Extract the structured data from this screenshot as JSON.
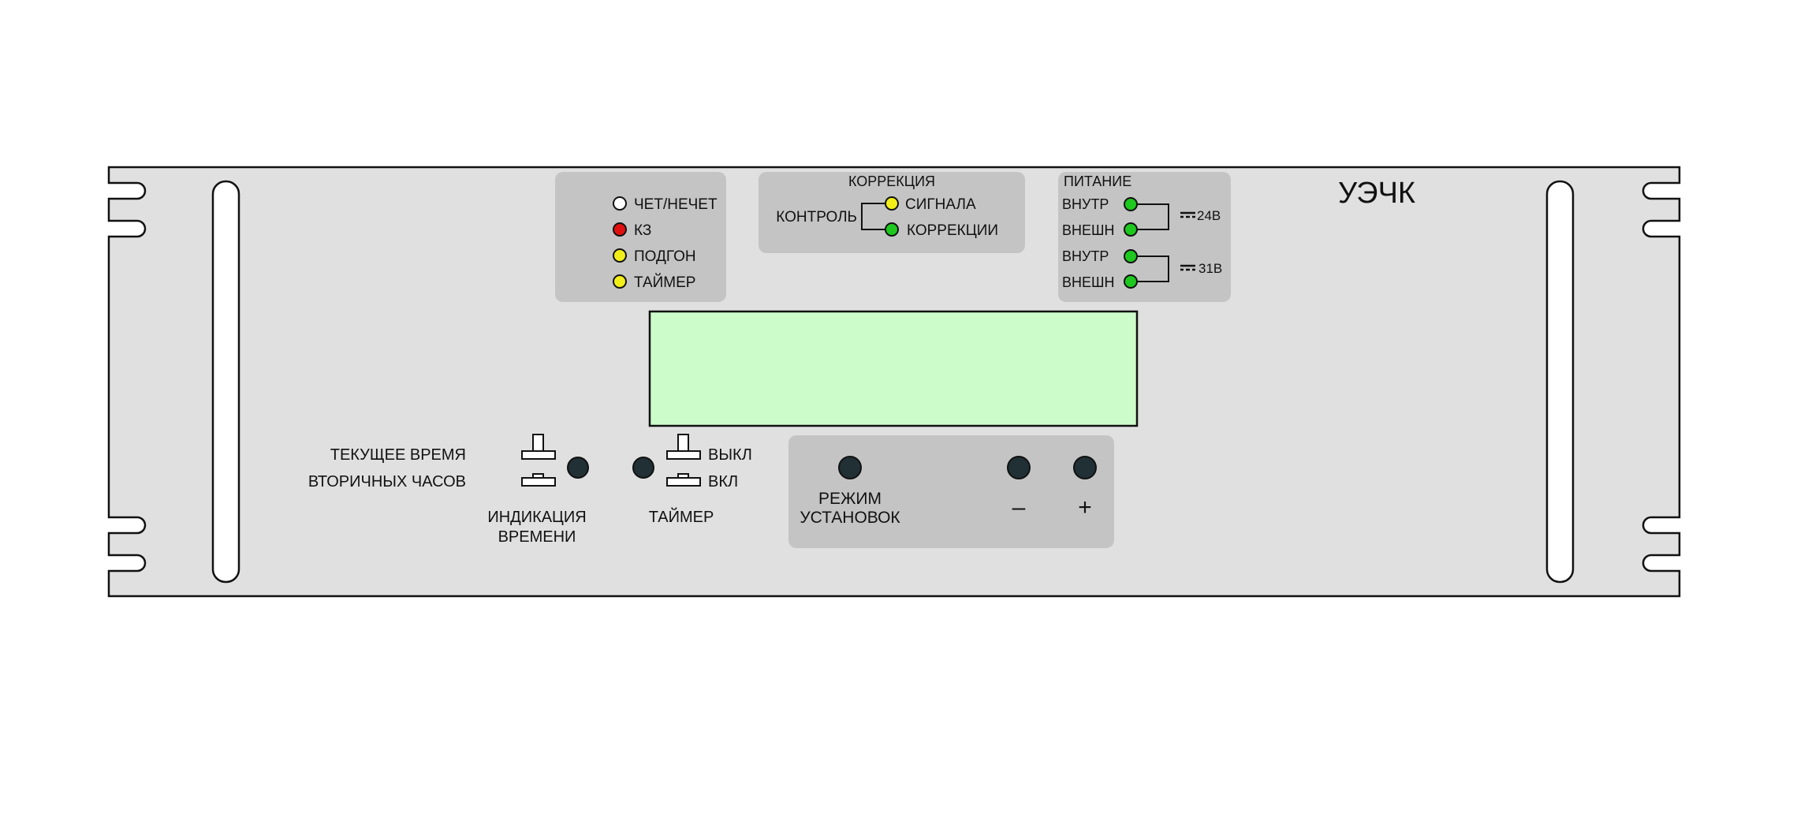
{
  "device": {
    "name": "УЭЧК"
  },
  "status_panel": {
    "items": [
      {
        "label": "ЧЕТ/НЕЧЕТ",
        "led_color": "#ffffff"
      },
      {
        "label": "КЗ",
        "led_color": "#e01010"
      },
      {
        "label": "ПОДГОН",
        "led_color": "#f2ee1a"
      },
      {
        "label": "ТАЙМЕР",
        "led_color": "#f2ee1a"
      }
    ]
  },
  "correction_panel": {
    "title": "КОРРЕКЦИЯ",
    "control_label": "КОНТРОЛЬ",
    "items": [
      {
        "label": "СИГНАЛА",
        "led_color": "#f2ee1a"
      },
      {
        "label": "КОРРЕКЦИИ",
        "led_color": "#1ec81e"
      }
    ]
  },
  "power_panel": {
    "title": "ПИТАНИЕ",
    "groups": [
      {
        "voltage": "24В",
        "items": [
          {
            "label": "ВНУТР",
            "led_color": "#1ec81e"
          },
          {
            "label": "ВНЕШН",
            "led_color": "#1ec81e"
          }
        ]
      },
      {
        "voltage": "31В",
        "items": [
          {
            "label": "ВНУТР",
            "led_color": "#1ec81e"
          },
          {
            "label": "ВНЕШН",
            "led_color": "#1ec81e"
          }
        ]
      }
    ]
  },
  "display": {
    "color": "#ccfcca"
  },
  "time_indication": {
    "line1": "ТЕКУЩЕЕ ВРЕМЯ",
    "line2": "ВТОРИЧНЫХ ЧАСОВ",
    "caption_line1": "ИНДИКАЦИЯ",
    "caption_line2": "ВРЕМЕНИ"
  },
  "timer": {
    "off_label": "ВЫКЛ",
    "on_label": "ВКЛ",
    "caption": "ТАЙМЕР"
  },
  "settings_panel": {
    "mode_line1": "РЕЖИМ",
    "mode_line2": "УСТАНОВОК",
    "minus_label": "–",
    "plus_label": "+"
  },
  "colors": {
    "panel_face": "#e0e0e0",
    "group_bg": "#c4c4c4",
    "button": "#203034",
    "outline": "#111111"
  }
}
